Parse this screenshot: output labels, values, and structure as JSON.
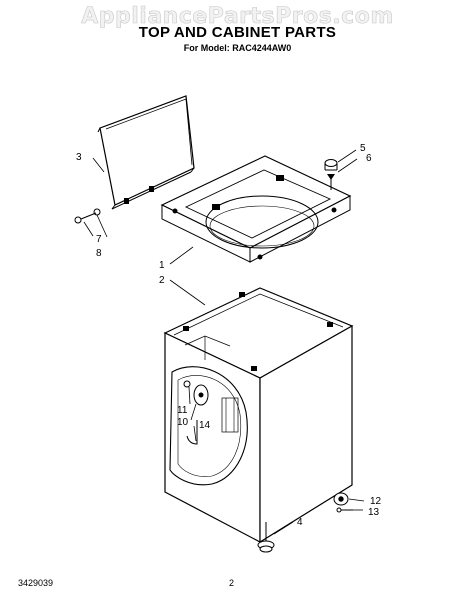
{
  "watermark": "AppliancePartsPros.com",
  "title": "TOP AND CABINET PARTS",
  "subtitle": "For Model: RAC4244AW0",
  "footer": {
    "doc_number": "3429039",
    "page": "2"
  },
  "callouts": [
    "1",
    "2",
    "3",
    "4",
    "5",
    "6",
    "7",
    "8",
    "10",
    "11",
    "12",
    "13",
    "14"
  ]
}
